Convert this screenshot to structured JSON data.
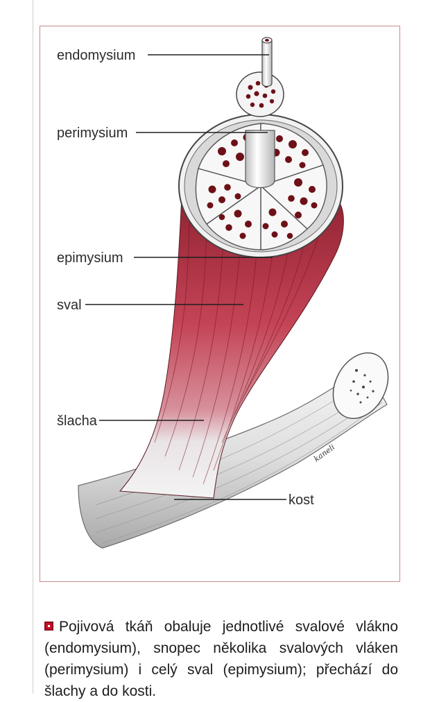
{
  "labels": {
    "endomysium": "endomysium",
    "perimysium": "perimysium",
    "epimysium": "epimysium",
    "sval": "sval",
    "slacha": "šlacha",
    "kost": "kost"
  },
  "signature": "kaneli",
  "caption": {
    "text": "Pojivová tkáň obaluje jednotlivé svalové vlákno (endomysium), snopec několika svalových vláken (perimysium) i celý sval (epimysium); přechází do šlachy a do kosti."
  },
  "colors": {
    "accent": "#c8102e",
    "frame": "#c98a8a",
    "muscle": "#b8323f",
    "fiber": "#6e1018"
  }
}
